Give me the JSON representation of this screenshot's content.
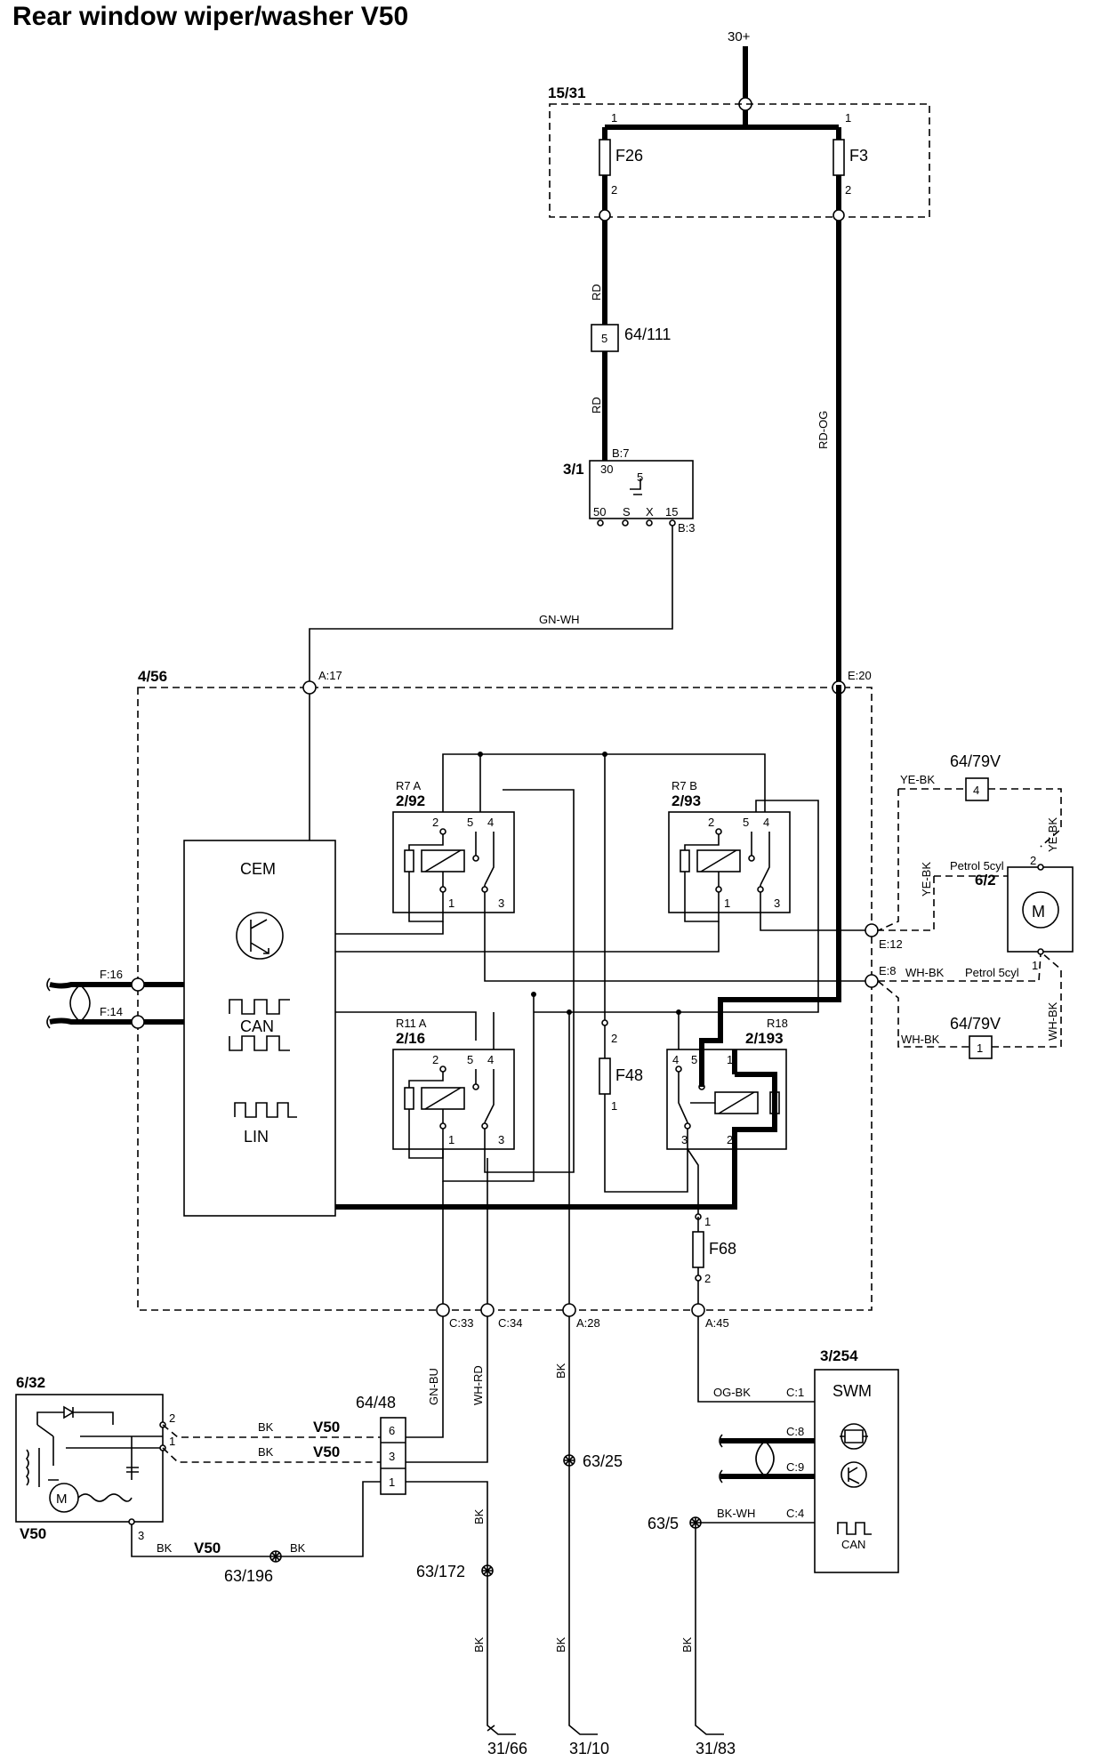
{
  "title": "Rear window wiper/washer V50",
  "supply": "30+",
  "fusebox": {
    "label": "15/31",
    "fuse_f26": "F26",
    "fuse_f3": "F3",
    "pin_in": "1",
    "pin_out": "2"
  },
  "wires": {
    "rd": "RD",
    "rd_og": "RD-OG",
    "gn_wh": "GN-WH",
    "gn_bu": "GN-BU",
    "wh_rd": "WH-RD",
    "bk": "BK",
    "og_bk": "OG-BK",
    "bk_wh": "BK-WH",
    "ye_bk": "YE-BK",
    "wh_bk": "WH-BK",
    "petrol_5cyl": "Petrol  5cyl"
  },
  "connector_64_111": {
    "label": "64/111",
    "pin": "5"
  },
  "ignition_switch": {
    "label": "3/1",
    "terminal_30": "30",
    "terminal_5": "5",
    "terminals": [
      "50",
      "S",
      "X",
      "15"
    ],
    "pin_b7": "B:7",
    "pin_b3": "B:3"
  },
  "cem_box": {
    "label": "4/56",
    "module": "CEM",
    "can": "CAN",
    "lin": "LIN",
    "pins": {
      "a17": "A:17",
      "e20": "E:20",
      "e12": "E:12",
      "e8": "E:8",
      "f16": "F:16",
      "f14": "F:14",
      "c33": "C:33",
      "c34": "C:34",
      "a28": "A:28",
      "a45": "A:45"
    }
  },
  "relays": {
    "r7a": {
      "name": "R7 A",
      "id": "2/92",
      "pins": [
        "2",
        "5",
        "4",
        "1",
        "3"
      ]
    },
    "r7b": {
      "name": "R7 B",
      "id": "2/93",
      "pins": [
        "2",
        "5",
        "4",
        "1",
        "3"
      ]
    },
    "r11a": {
      "name": "R11 A",
      "id": "2/16",
      "pins": [
        "2",
        "5",
        "4",
        "1",
        "3"
      ]
    },
    "r18": {
      "name": "R18",
      "id": "2/193",
      "pins": [
        "4",
        "5",
        "1",
        "3",
        "2"
      ]
    }
  },
  "fuses_internal": {
    "f48": "F48",
    "f68": "F68",
    "pin1": "1",
    "pin2": "2"
  },
  "wiper_motor_front": {
    "label": "6/2",
    "pin2": "2",
    "pin1": "1"
  },
  "connector_64_79v_top": {
    "label": "64/79V",
    "pin": "4"
  },
  "connector_64_79v_bottom": {
    "label": "64/79V",
    "pin": "1"
  },
  "rear_motor": {
    "label": "6/32",
    "variant": "V50",
    "pins": [
      "2",
      "1",
      "3"
    ]
  },
  "connector_64_48": {
    "label": "64/48",
    "pins": [
      "6",
      "3",
      "1"
    ]
  },
  "v50_tag": "V50",
  "swm": {
    "label": "3/254",
    "name": "SWM",
    "pins": [
      "C:1",
      "C:8",
      "C:9",
      "C:4"
    ],
    "can": "CAN"
  },
  "grounds": {
    "g63_25": "63/25",
    "g63_5": "63/5",
    "g63_172": "63/172",
    "g63_196": "63/196",
    "g31_66": "31/66",
    "g31_10": "31/10",
    "g31_83": "31/83"
  }
}
